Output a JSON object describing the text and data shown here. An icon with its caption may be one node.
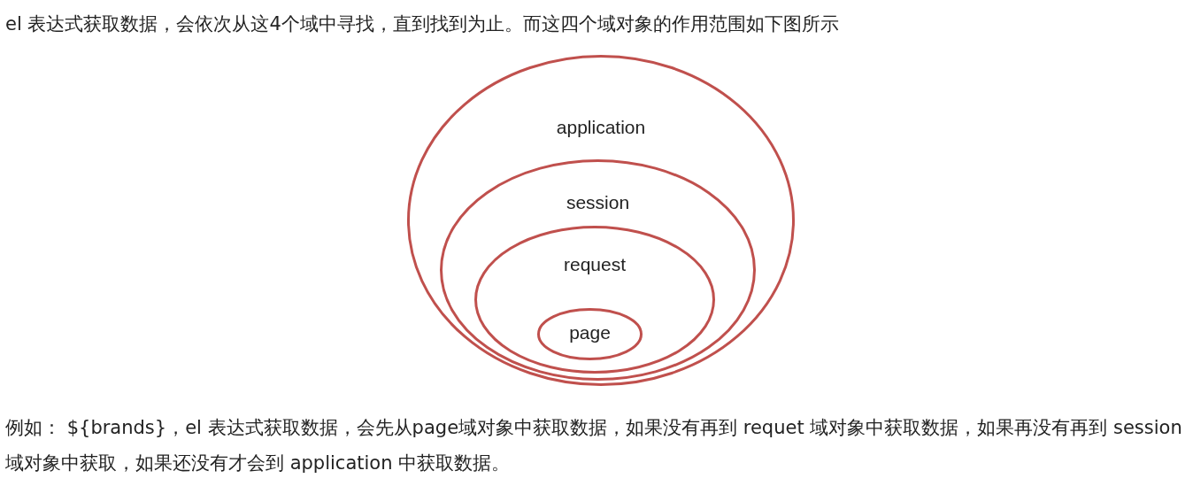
{
  "diagram": {
    "title": "el 表达式获取数据，会依次从这4个域中寻找，直到找到为止。而这四个域对象的作用范围如下图所示",
    "caption": "例如： ${brands}，el 表达式获取数据，会先从page域对象中获取数据，如果没有再到 requet 域对象中获取数据，如果再没有再到 session 域对象中获取，如果还没有才会到 application 中获取数据。",
    "nodes": [
      {
        "text": [
          "application"
        ]
      },
      {
        "text": [
          "session"
        ],
        "in": 0
      },
      {
        "text": [
          "request"
        ],
        "in": 1
      },
      {
        "text": [
          "page"
        ],
        "in": 2
      }
    ]
  }
}
